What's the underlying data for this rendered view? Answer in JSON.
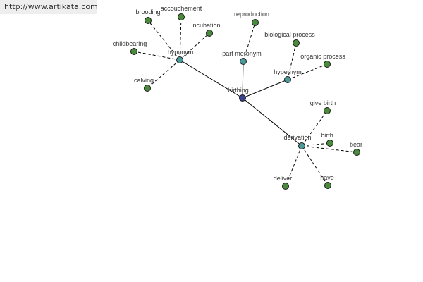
{
  "source_link": {
    "text": "http://www.artikata.com"
  },
  "colors": {
    "center": "#3a3f8f",
    "relation": "#4c9a9a",
    "leaf": "#4a8a3c"
  },
  "graph": {
    "center": "birthing",
    "relations": [
      {
        "label": "hyponym",
        "words": [
          "brooding",
          "accouchement",
          "incubation",
          "childbearing",
          "calving"
        ]
      },
      {
        "label": "part meronym",
        "words": [
          "reproduction"
        ]
      },
      {
        "label": "hypernym",
        "words": [
          "biological process",
          "organic process"
        ]
      },
      {
        "label": "derivation",
        "words": [
          "give birth",
          "birth",
          "bear",
          "deliver",
          "have"
        ]
      }
    ]
  }
}
